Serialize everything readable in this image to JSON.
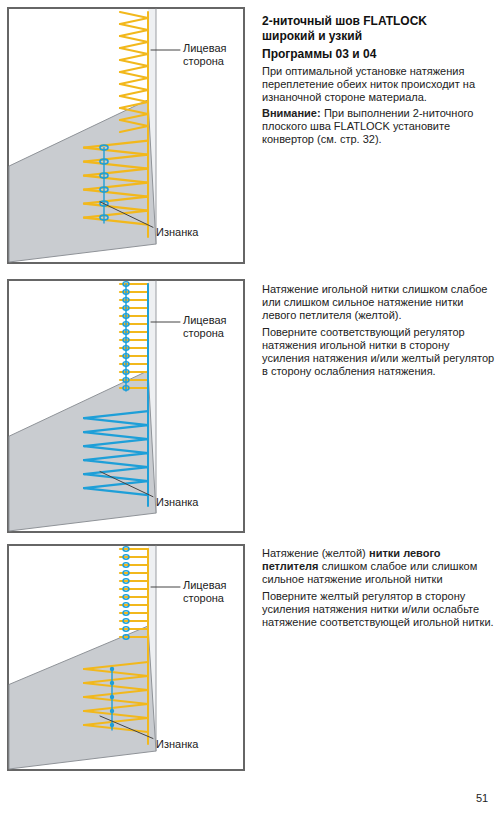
{
  "diagram": {
    "title": "2-ниточный шов FLATLOCK широкий и узкий",
    "labels": [
      "Программы 03 и 04",
      "При оптимальной установке натяжения переплетение обеих ниток происходит на изнаночной стороне материала.",
      "Внимание:",
      "При выполнении 2-ниточного плоского шва FLATLOCK установите конвертор (см. стр. 32).",
      "Натяжение игольной нитки слишком слабое или слишком сильное натяжение нитки левого петлителя (желтой).",
      "Поверните соответствующий регулятор натяжения игольной нитки в сторону усиления натяжения и/или желтый регулятор в сторону ослабления натяжения.",
      "Натяжение (желтой)",
      "нитки левого петлителя",
      "слишком слабое или слишком сильное натяжение игольной нитки",
      "Поверните желтый регулятор в сторону усиления натяжения нитки и/или ослабьте натяжение соответствующей игольной нитки.",
      "Лицевая сторона",
      "Лицевая сторона",
      "Лицевая сторона",
      "Изнанка",
      "Изнанка",
      "Изнанка",
      "51"
    ]
  }
}
